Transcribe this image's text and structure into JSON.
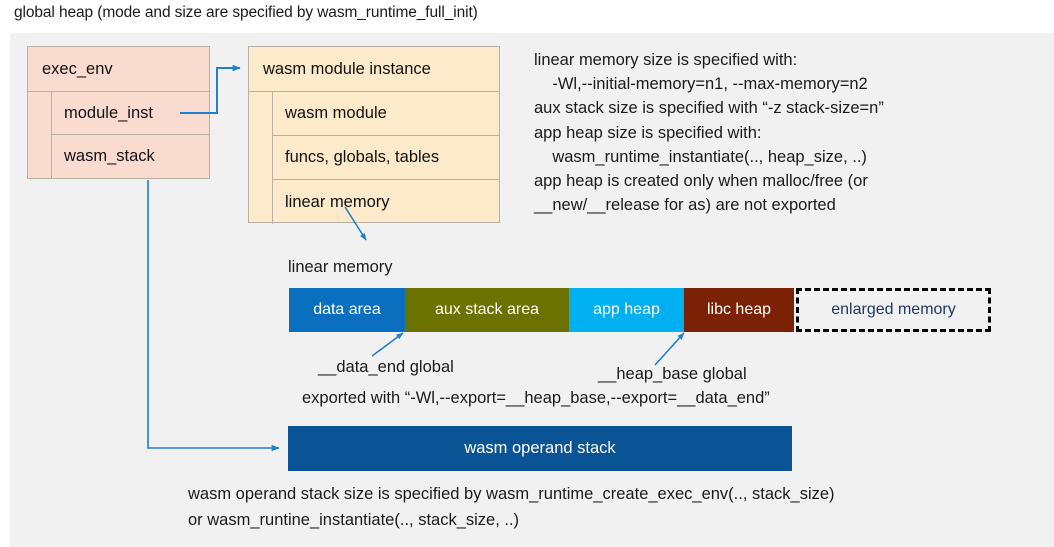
{
  "title": "global heap (mode and size are specified by wasm_runtime_full_init)",
  "colors": {
    "panel_bg": "#f1f1f1",
    "exec_env_fill": "#fadbd0",
    "module_inst_fill": "#fdeacb",
    "box_border": "#b8b0a4",
    "connector": "#1f7fd0",
    "data_area": "#0a6fbf",
    "aux_stack_area": "#6b7200",
    "app_heap": "#00b0f0",
    "libc_heap": "#7b2206",
    "enlarged_memory_border": "#000000",
    "enlarged_memory_text": "#1f3864",
    "operand_stack": "#0a5394",
    "text": "#1a1a1a"
  },
  "exec_env": {
    "header": "exec_env",
    "rows": [
      {
        "label": "module_inst"
      },
      {
        "label": "wasm_stack"
      }
    ]
  },
  "module_instance": {
    "header": "wasm module instance",
    "rows": [
      {
        "label": "wasm module"
      },
      {
        "label": "funcs, globals, tables"
      },
      {
        "label": "linear memory"
      }
    ]
  },
  "note_right": "linear memory size is specified with:\n    -Wl,--initial-memory=n1, --max-memory=n2\naux stack size is specified with “-z stack-size=n”\napp heap size is specified with:\n    wasm_runtime_instantiate(.., heap_size, ..)\napp heap is created only when malloc/free (or\n__new/__release for as) are not exported",
  "linear_memory": {
    "label": "linear memory",
    "segments": [
      {
        "label": "data area",
        "color": "#0a6fbf",
        "width": 116
      },
      {
        "label": "aux stack area",
        "color": "#6b7200",
        "width": 164
      },
      {
        "label": "app heap",
        "color": "#00b0f0",
        "width": 115
      },
      {
        "label": "libc heap",
        "color": "#7b2206",
        "width": 110
      },
      {
        "label": "enlarged memory",
        "color": "#f1f1f1",
        "width": 195
      }
    ]
  },
  "annotations": {
    "data_end": "__data_end global",
    "heap_base": "__heap_base global",
    "exported_with": "exported with “-Wl,--export=__heap_base,--export=__data_end”"
  },
  "operand_stack": {
    "label": "wasm operand stack"
  },
  "note_bottom": "wasm operand stack size is specified by wasm_runtime_create_exec_env(.., stack_size)\nor wasm_runtine_instantiate(.., stack_size, ..)"
}
